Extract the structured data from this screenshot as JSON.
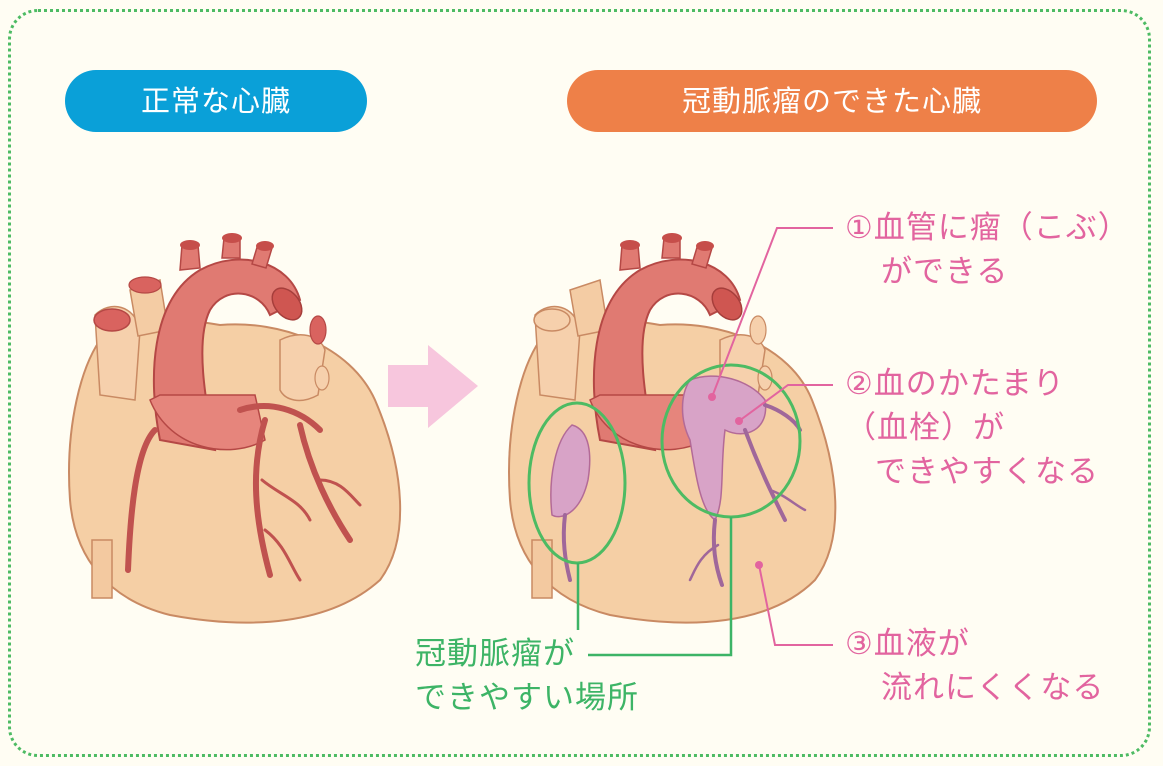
{
  "headers": {
    "normal": "正常な心臓",
    "aneurysm": "冠動脈瘤のできた心臓"
  },
  "annotations": {
    "a1": {
      "line1": "①血管に瘤（こぶ）",
      "line2": "ができる"
    },
    "a2": {
      "line1": "②血のかたまり",
      "line2": "（血栓）が",
      "line3": "できやすくなる"
    },
    "a3": {
      "line1": "③血液が",
      "line2": "流れにくくなる"
    },
    "site": {
      "line1": "冠動脈瘤が",
      "line2": "できやすい場所"
    }
  },
  "colors": {
    "frame": "#4dbb63",
    "normal_header": "#0aa0d8",
    "aneurysm_header": "#ee8048",
    "annotation_pink": "#e2649f",
    "site_green": "#3db466",
    "heart_body": "#f5cfa5",
    "vessel": "#dc6b66",
    "arrow": "#f7c6dd"
  }
}
